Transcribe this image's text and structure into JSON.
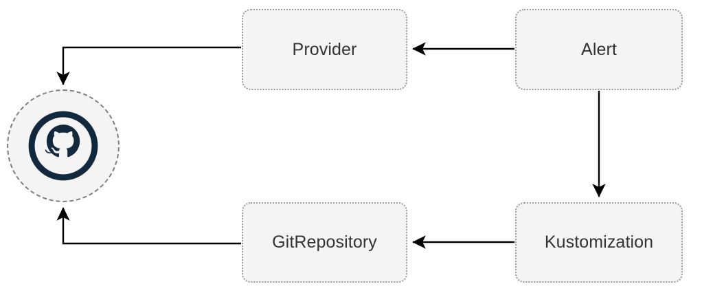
{
  "diagram": {
    "type": "flowchart",
    "title": "",
    "background_color": "#ffffff",
    "nodes": [
      {
        "id": "github",
        "label": "",
        "icon": "github-octocat-icon",
        "shape": "circle",
        "border_style": "dashed",
        "fill_color": "#f4f4f4",
        "border_color": "#7d7d7d",
        "icon_color": "#12293d"
      },
      {
        "id": "provider",
        "label": "Provider",
        "shape": "rounded-rect",
        "border_style": "dotted",
        "fill_color": "#f4f4f4",
        "border_color": "#9b9b9b",
        "text_color": "#333333"
      },
      {
        "id": "alert",
        "label": "Alert",
        "shape": "rounded-rect",
        "border_style": "dotted",
        "fill_color": "#f4f4f4",
        "border_color": "#9b9b9b",
        "text_color": "#333333"
      },
      {
        "id": "gitrepository",
        "label": "GitRepository",
        "shape": "rounded-rect",
        "border_style": "dotted",
        "fill_color": "#f4f4f4",
        "border_color": "#9b9b9b",
        "text_color": "#333333"
      },
      {
        "id": "kustomization",
        "label": "Kustomization",
        "shape": "rounded-rect",
        "border_style": "dotted",
        "fill_color": "#f4f4f4",
        "border_color": "#9b9b9b",
        "text_color": "#333333"
      }
    ],
    "edges": [
      {
        "id": "alert-to-provider",
        "from": "alert",
        "to": "provider",
        "label": "",
        "arrowhead": "filled-triangle",
        "color": "#000000",
        "routing": "straight-horizontal"
      },
      {
        "id": "provider-to-github",
        "from": "provider",
        "to": "github",
        "label": "",
        "arrowhead": "filled-triangle",
        "color": "#000000",
        "routing": "elbow-left-down"
      },
      {
        "id": "alert-to-kustomization",
        "from": "alert",
        "to": "kustomization",
        "label": "",
        "arrowhead": "filled-triangle",
        "color": "#000000",
        "routing": "straight-vertical"
      },
      {
        "id": "kustomization-to-gitrepo",
        "from": "kustomization",
        "to": "gitrepository",
        "label": "",
        "arrowhead": "filled-triangle",
        "color": "#000000",
        "routing": "straight-horizontal"
      },
      {
        "id": "gitrepo-to-github",
        "from": "gitrepository",
        "to": "github",
        "label": "",
        "arrowhead": "filled-triangle",
        "color": "#000000",
        "routing": "elbow-left-up"
      }
    ]
  }
}
